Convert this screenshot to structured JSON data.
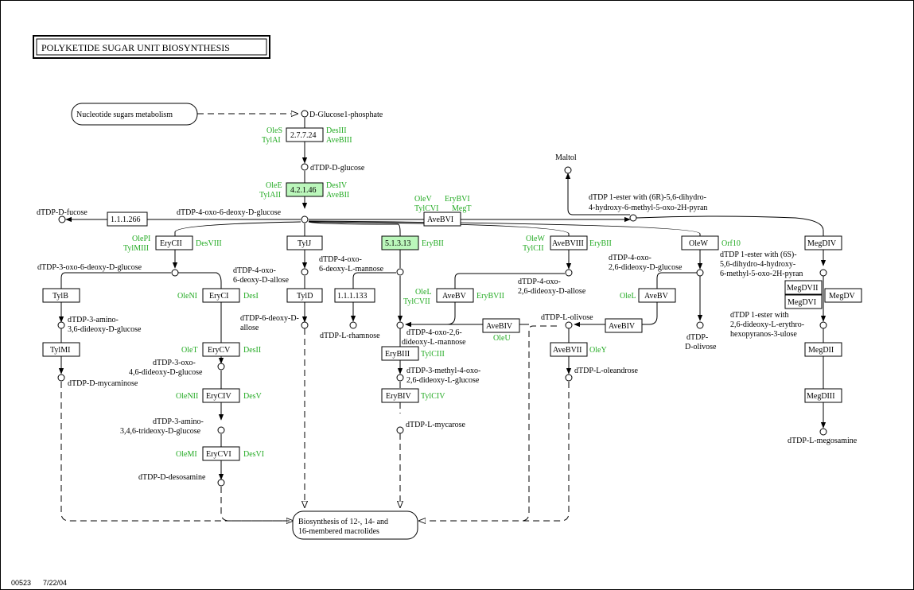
{
  "title": "POLYKETIDE SUGAR UNIT BIOSYNTHESIS",
  "footer": {
    "map_id": "00523",
    "date": "7/22/04"
  },
  "maps": {
    "nucleotide_sugars": "Nucleotide sugars metabolism",
    "macrolides_line1": "Biosynthesis of 12-, 14- and",
    "macrolides_line2": "16-membered macrolides"
  },
  "compounds": {
    "glc1p": "D-Glucose1-phosphate",
    "dtdp_glc": "dTDP-D-glucose",
    "oxo46": "dTDP-4-oxo-6-deoxy-D-glucose",
    "fucose": "dTDP-D-fucose",
    "maltol": "Maltol",
    "ester6r_1": "dTDP 1-ester with (6R)-5,6-dihydro-",
    "ester6r_2": "4-hydroxy-6-methyl-5-oxo-2H-pyran",
    "oxo36_l": "dTDP-3-oxo-6-deoxy-D-glucose",
    "amino36_1": "dTDP-3-amino-",
    "amino36_2": "3,6-dideoxy-D-glucose",
    "mycaminose": "dTDP-D-mycaminose",
    "oxo46_allose_1": "dTDP-4-oxo-",
    "oxo46_allose_2": "6-deoxy-D-allose",
    "deoxy6_allose_1": "dTDP-6-deoxy-D-",
    "deoxy6_allose_2": "allose",
    "oxo46_mannose_1": "dTDP-4-oxo-",
    "oxo46_mannose_2": "6-deoxy-L-mannose",
    "rhamnose": "dTDP-L-rhamnose",
    "oxo426_1": "dTDP-4-oxo-2,6-",
    "oxo426_2": "dideoxy-L-mannose",
    "methyl_1": "dTDP-3-methyl-4-oxo-",
    "methyl_2": "2,6-dideoxy-L-glucose",
    "mycarose": "dTDP-L-mycarose",
    "oxo346_1": "dTDP-3-oxo-",
    "oxo346_2": "4,6-dideoxy-D-glucose",
    "amino346_1": "dTDP-3-amino-",
    "amino346_2": "3,4,6-trideoxy-D-glucose",
    "desosamine": "dTDP-D-desosamine",
    "oxo426_allose_1": "dTDP-4-oxo-",
    "oxo426_allose_2": "2,6-dideoxy-D-allose",
    "oxo426_glc_1": "dTDP-4-oxo-",
    "oxo426_glc_2": "2,6-dideoxy-D-glucose",
    "olivose": "dTDP-L-olivose",
    "oleandrose": "dTDP-L-oleandrose",
    "d_olivose_1": "dTDP-",
    "d_olivose_2": "D-olivose",
    "ester6s_1": "dTDP 1-ester with (6S)-",
    "ester6s_2": "5,6-dihydro-4-hydroxy-",
    "ester6s_3": "6-methyl-5-oxo-2H-pyran",
    "erythro_1": "dTDP 1-ester with",
    "erythro_2": "2,6-dideoxy-L-erythro-",
    "erythro_3": "hexopyranos-3-ulose",
    "megosamine": "dTDP-L-megosamine"
  },
  "enzymes": {
    "e27724": "2.7.7.24",
    "e42146": "4.2.1.46",
    "e111266": "1.1.1.266",
    "eryCII": "EryCII",
    "tylJ": "TylJ",
    "e51313": "5.1.3.13",
    "aveBVI": "AveBVI",
    "aveBVIII": "AveBVIII",
    "oleW": "OleW",
    "megDIV": "MegDIV",
    "tylB": "TylB",
    "tylMI": "TylMI",
    "eryCI": "EryCI",
    "tylD": "TylD",
    "e111133": "1.1.1.133",
    "aveBV_a": "AveBV",
    "aveBV_b": "AveBV",
    "aveBIV_a": "AveBIV",
    "aveBIV_b": "AveBIV",
    "eryBIII": "EryBIII",
    "eryBIV": "EryBIV",
    "aveBVII": "AveBVII",
    "eryCV": "EryCV",
    "eryCIV": "EryCIV",
    "eryCVI": "EryCVI",
    "megDVII": "MegDVII",
    "megDVI": "MegDVI",
    "megDV": "MegDV",
    "megDII": "MegDII",
    "megDIII": "MegDIII"
  },
  "gene_labels": {
    "oleS": "OleS",
    "tylAI": "TylAI",
    "desIII": "DesIII",
    "aveBIII": "AveBIII",
    "oleE": "OleE",
    "tylAII": "TylAII",
    "desIV": "DesIV",
    "aveBII": "AveBII",
    "oleV": "OleV",
    "eryBVI": "EryBVI",
    "tylCVI": "TylCVI",
    "megT": "MegT",
    "olePI": "OlePI",
    "tylMIII": "TylMIII",
    "desVIII": "DesVIII",
    "eryBII_top": "EryBII",
    "oleW_g": "OleW",
    "tylCII": "TylCII",
    "eryBII_r": "EryBII",
    "orf10": "Orf10",
    "oleNI": "OleNI",
    "desI": "DesI",
    "oleL_a": "OleL",
    "tylCVII": "TylCVII",
    "eryBVII": "EryBVII",
    "oleL_b": "OleL",
    "oleU": "OleU",
    "oleY": "OleY",
    "tylCIII": "TylCIII",
    "tylCIV": "TylCIV",
    "oleT": "OleT",
    "desII": "DesII",
    "oleNII": "OleNII",
    "desV": "DesV",
    "oleMI": "OleMI",
    "desVI": "DesVI"
  },
  "colors": {
    "gene_label": "#22aa22",
    "ec_highlight": "#bbf7bb",
    "line": "#000000"
  }
}
